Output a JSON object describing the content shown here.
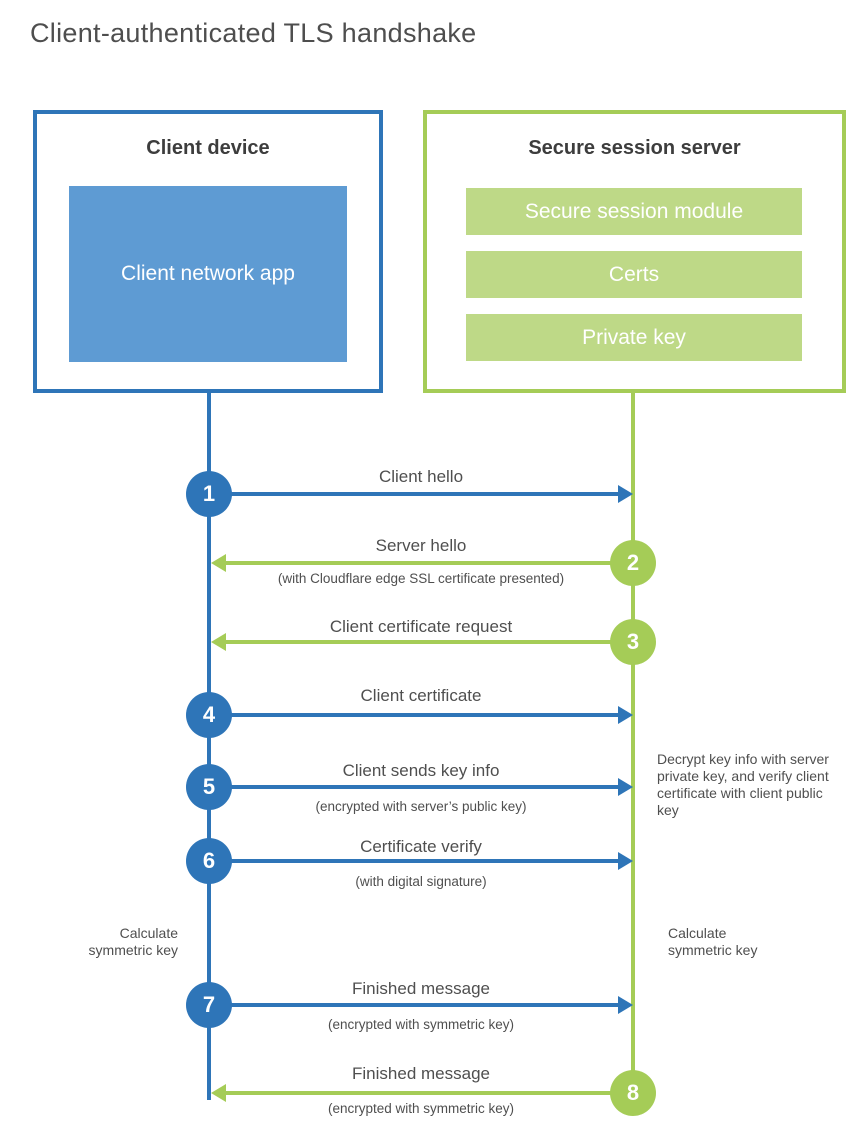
{
  "title": "Client-authenticated TLS handshake",
  "colors": {
    "blue_line": "#2e75b8",
    "blue_fill": "#5e9bd3",
    "green_line": "#a5cc57",
    "green_fill": "#bed987",
    "heading_text": "#3d3d3d",
    "label_text": "#4f4f4f",
    "white_text": "#ffffff"
  },
  "client_box": {
    "title": "Client device",
    "app_label": "Client network app"
  },
  "server_box": {
    "title": "Secure session server",
    "modules": [
      "Secure session module",
      "Certs",
      "Private key"
    ]
  },
  "steps": [
    {
      "num": "1",
      "from": "client",
      "to": "server",
      "label": "Client hello",
      "sublabel": ""
    },
    {
      "num": "2",
      "from": "server",
      "to": "client",
      "label": "Server hello",
      "sublabel": "(with Cloudflare edge SSL certificate presented)"
    },
    {
      "num": "3",
      "from": "server",
      "to": "client",
      "label": "Client certificate request",
      "sublabel": ""
    },
    {
      "num": "4",
      "from": "client",
      "to": "server",
      "label": "Client certificate",
      "sublabel": ""
    },
    {
      "num": "5",
      "from": "client",
      "to": "server",
      "label": "Client sends key info",
      "sublabel": "(encrypted with server’s public key)"
    },
    {
      "num": "6",
      "from": "client",
      "to": "server",
      "label": "Certificate verify",
      "sublabel": "(with digital signature)"
    },
    {
      "num": "7",
      "from": "client",
      "to": "server",
      "label": "Finished message",
      "sublabel": "(encrypted with symmetric key)"
    },
    {
      "num": "8",
      "from": "server",
      "to": "client",
      "label": "Finished message",
      "sublabel": "(encrypted with symmetric key)"
    }
  ],
  "annotations": {
    "decrypt_note": "Decrypt key info with server private key, and verify client certificate with client public key",
    "calc_left": "Calculate symmetric key",
    "calc_right": "Calculate symmetric key"
  }
}
